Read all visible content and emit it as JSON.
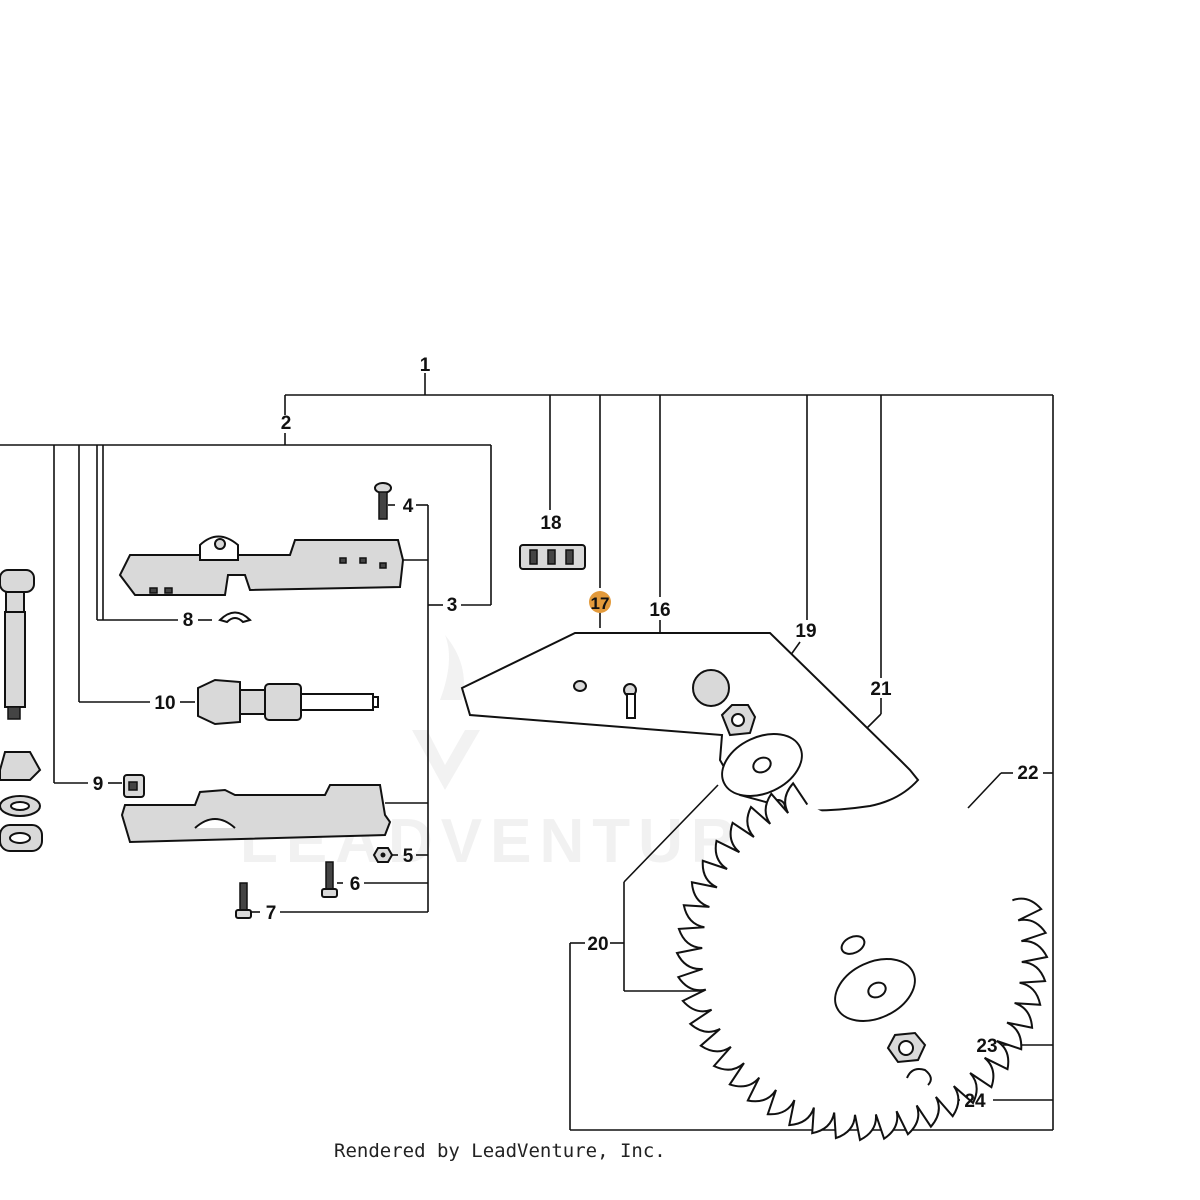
{
  "callouts": {
    "c1": "1",
    "c2": "2",
    "c3": "3",
    "c4": "4",
    "c5": "5",
    "c6": "6",
    "c7": "7",
    "c8": "8",
    "c9": "9",
    "c10": "10",
    "c16": "16",
    "c17": "17",
    "c18": "18",
    "c19": "19",
    "c20": "20",
    "c21": "21",
    "c22": "22",
    "c23": "23",
    "c24": "24"
  },
  "highlight": {
    "callout": "17",
    "color": "#e39a3b"
  },
  "watermark": {
    "text": "LEADVENTURE"
  },
  "footer": {
    "text": "Rendered by LeadVenture, Inc."
  }
}
